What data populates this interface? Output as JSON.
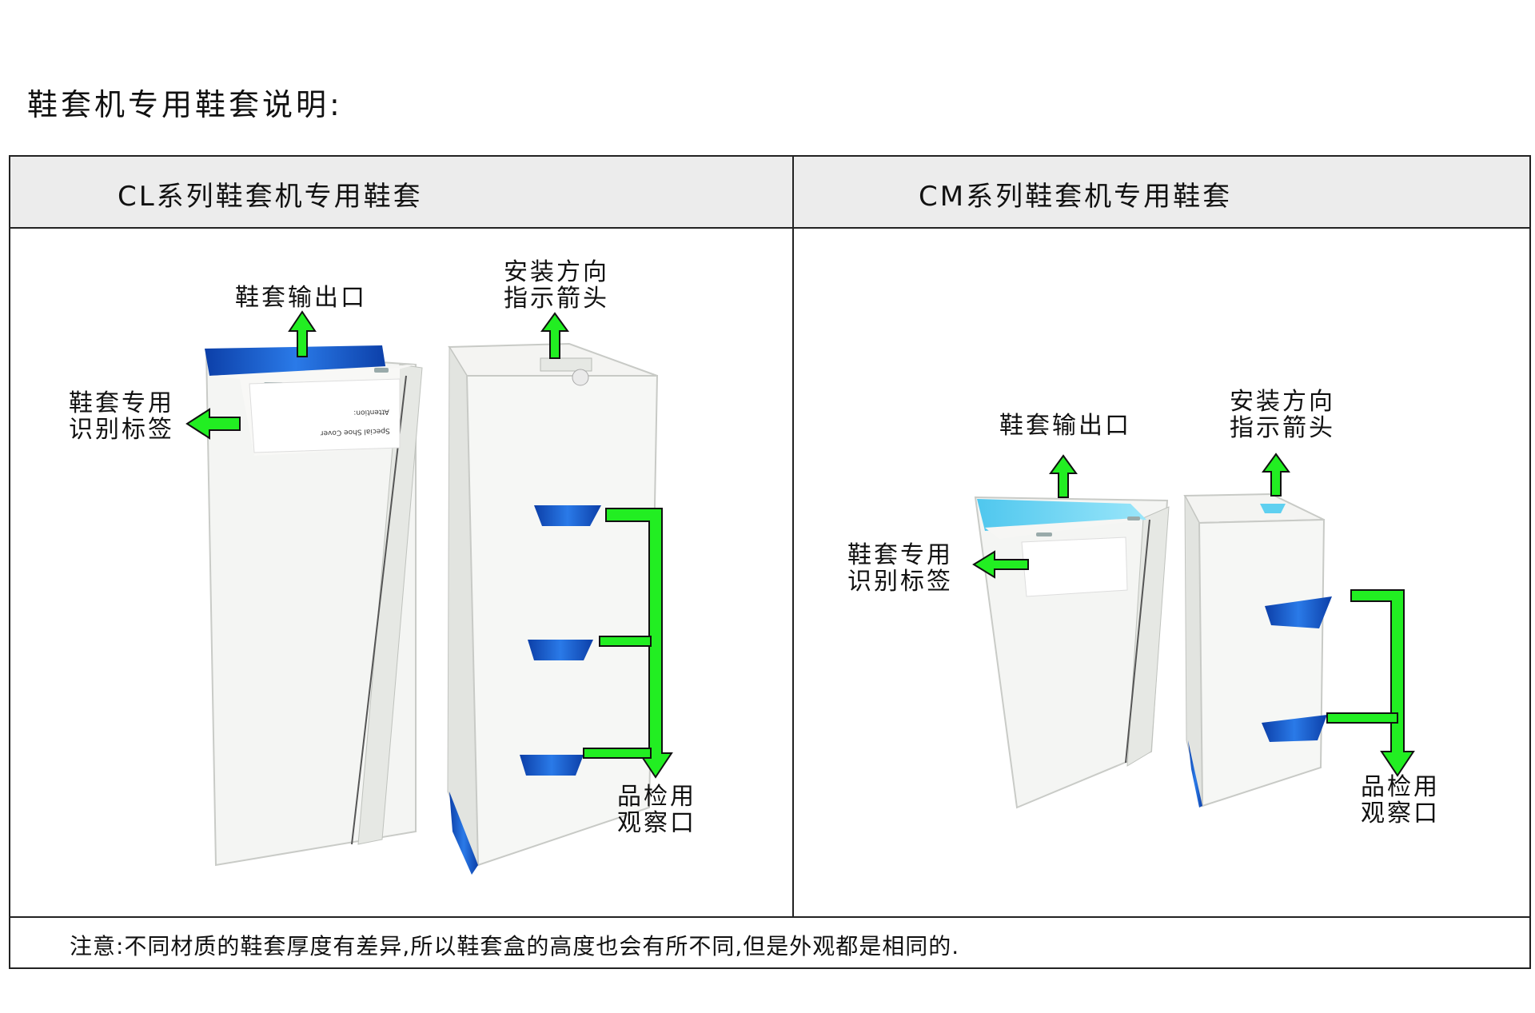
{
  "page": {
    "title": "鞋套机专用鞋套说明:"
  },
  "columns": [
    {
      "title": "CL系列鞋套机专用鞋套"
    },
    {
      "title": "CM系列鞋套机专用鞋套"
    }
  ],
  "callouts": {
    "outlet": "鞋套输出口",
    "id_label": [
      "鞋套专用",
      "识别标签"
    ],
    "direction": [
      "安装方向",
      "指示箭头"
    ],
    "inspection": [
      "品检用",
      "观察口"
    ]
  },
  "box_label": {
    "brand": "Special Shoe Cover",
    "heading": "Attention:"
  },
  "note": "注意:不同材质的鞋套厚度有差异,所以鞋套盒的高度也会有所不同,但是外观都是相同的.",
  "colors": {
    "arrow": "#22ee22",
    "arrow_stroke": "#111111",
    "header_bg": "#ececec",
    "cover_blue": "#1a5fd0",
    "cover_light": "#5fd0f0"
  }
}
